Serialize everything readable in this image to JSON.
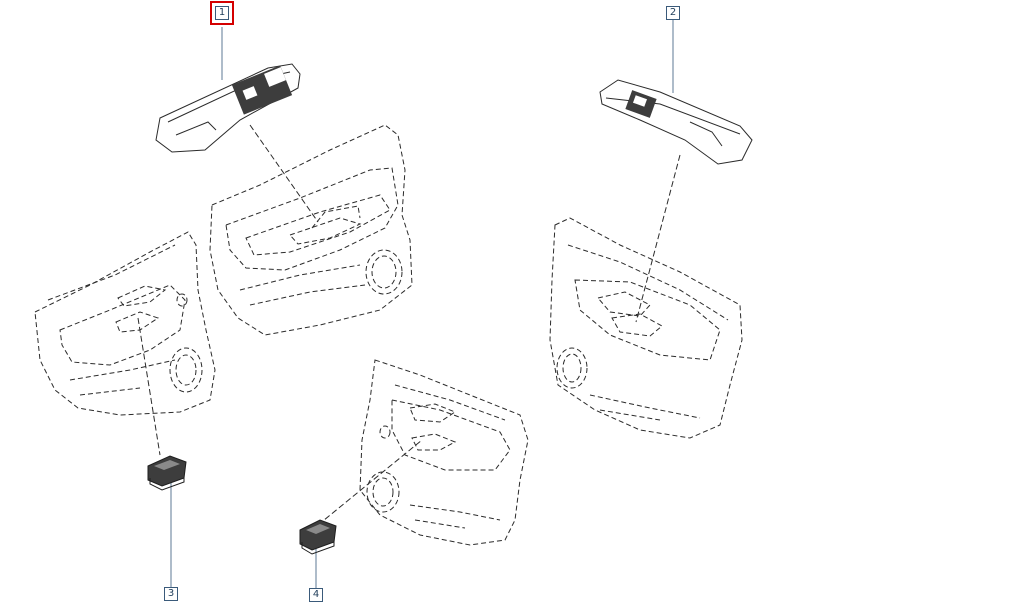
{
  "callouts": [
    {
      "id": "1",
      "selected": true
    },
    {
      "id": "2",
      "selected": false
    },
    {
      "id": "3",
      "selected": false
    },
    {
      "id": "4",
      "selected": false
    }
  ],
  "colors": {
    "selected_outline": "#d40000",
    "callout_border": "#3a5a7a",
    "line": "#2b2b2b",
    "switch_body": "#3d3d3d"
  }
}
